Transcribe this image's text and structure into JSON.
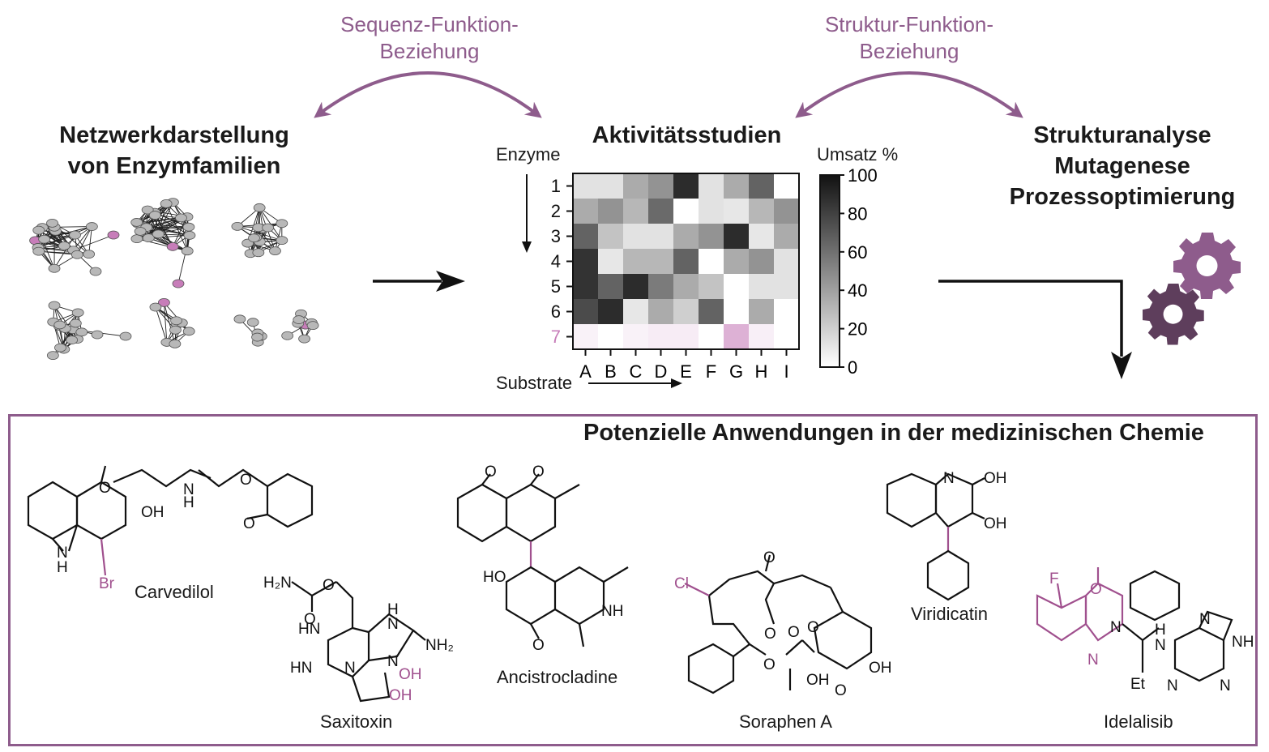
{
  "top": {
    "left_relation": [
      "Sequenz-Funktion-",
      "Beziehung"
    ],
    "right_relation": [
      "Struktur-Funktion-",
      "Beziehung"
    ],
    "network_title": [
      "Netzwerkdarstellung",
      "von Enzymfamilien"
    ],
    "activity_title": "Aktivitätsstudien",
    "analysis_title": [
      "Strukturanalyse",
      "Mutagenese",
      "Prozessoptimierung"
    ]
  },
  "colors": {
    "accent": "#8e5c8c",
    "highlight": "#c77db9",
    "gear_light": "#8e5c8c",
    "gear_dark": "#5e3e5c"
  },
  "chart_data": {
    "type": "heatmap",
    "ylabel": "Enzyme",
    "xlabel": "Substrate",
    "rows": [
      "1",
      "2",
      "3",
      "4",
      "5",
      "6",
      "7"
    ],
    "columns": [
      "A",
      "B",
      "C",
      "D",
      "E",
      "F",
      "G",
      "H",
      "I"
    ],
    "colorbar_label": "Umsatz %",
    "colorbar_ticks": [
      "100",
      "80",
      "60",
      "40",
      "20",
      "0"
    ],
    "colorbar_range": [
      0,
      100
    ],
    "highlight_row": "7",
    "values": [
      [
        12,
        12,
        35,
        45,
        88,
        12,
        35,
        65,
        0
      ],
      [
        35,
        45,
        30,
        62,
        0,
        12,
        10,
        30,
        45
      ],
      [
        65,
        25,
        12,
        12,
        35,
        45,
        88,
        10,
        35
      ],
      [
        85,
        10,
        30,
        30,
        65,
        0,
        35,
        45,
        12
      ],
      [
        85,
        65,
        88,
        55,
        35,
        25,
        0,
        12,
        12
      ],
      [
        75,
        88,
        10,
        35,
        20,
        65,
        0,
        35,
        0
      ],
      [
        10,
        0,
        10,
        15,
        15,
        0,
        60,
        12,
        0
      ]
    ]
  },
  "applications": {
    "title": "Potenzielle Anwendungen in der medizinischen Chemie",
    "molecules": [
      "Carvedilol",
      "Saxitoxin",
      "Ancistrocladine",
      "Soraphen A",
      "Viridicatin",
      "Idelalisib"
    ]
  },
  "atoms": {
    "o": "O",
    "oh": "OH",
    "h": "H",
    "n": "N",
    "nh": "NH",
    "br": "Br",
    "cl": "Cl",
    "f": "F",
    "h2n": "H₂N",
    "nh2": "NH₂",
    "hn": "HN",
    "ho": "HO",
    "et": "Et"
  }
}
